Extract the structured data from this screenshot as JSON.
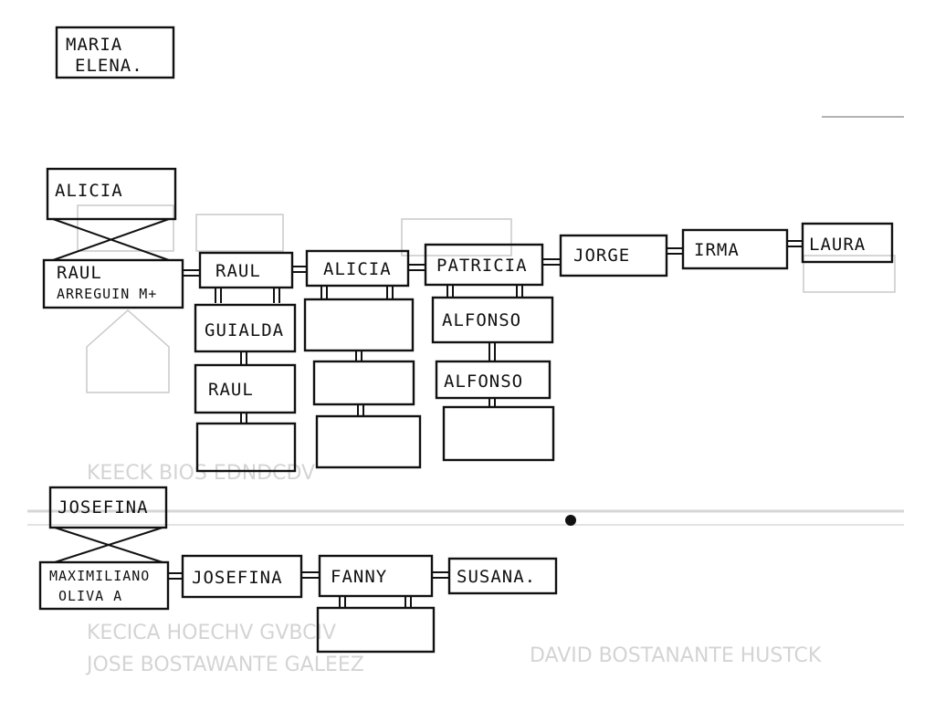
{
  "boxes": {
    "maria_elena": [
      "MARIA",
      "ELENA."
    ],
    "alicia_top": "ALICIA",
    "raul_arreguin": [
      "RAUL",
      "ARREGUIN M+"
    ],
    "raul": "RAUL",
    "alicia": "ALICIA",
    "patricia": "PATRICIA",
    "jorge": "JORGE",
    "irma": "IRMA",
    "laura": "LAURA",
    "guialda": "GUIALDA",
    "raul_child": "RAUL",
    "alfonso": "ALFONSO",
    "alfonso_child": "ALFONSO",
    "josefina_top": "JOSEFINA",
    "maximiliano": [
      "MAXIMILIANO",
      "OLIVA A"
    ],
    "josefina": "JOSEFINA",
    "fanny": "FANNY",
    "susana": "SUSANA."
  }
}
